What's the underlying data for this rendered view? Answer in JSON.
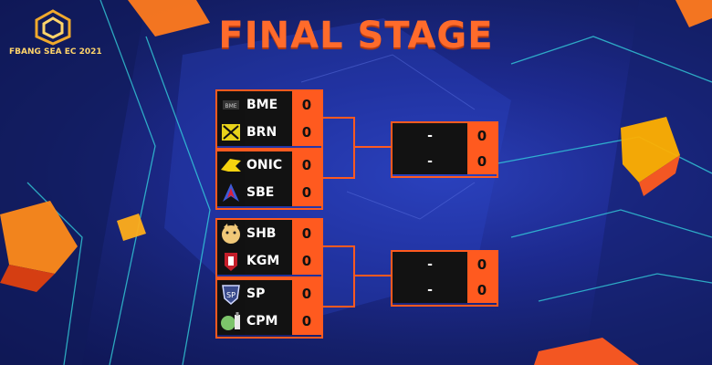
{
  "event": {
    "title": "FINAL STAGE",
    "logo_text": "FBANG SEA EC 2021"
  },
  "bracket": {
    "upper": [
      {
        "team": "BME",
        "score": "0",
        "icon": "bme-logo-icon"
      },
      {
        "team": "BRN",
        "score": "0",
        "icon": "brn-logo-icon"
      },
      {
        "team": "ONIC",
        "score": "0",
        "icon": "onic-logo-icon"
      },
      {
        "team": "SBE",
        "score": "0",
        "icon": "sbe-logo-icon"
      }
    ],
    "lower": [
      {
        "team": "SHB",
        "score": "0",
        "icon": "shb-logo-icon"
      },
      {
        "team": "KGM",
        "score": "0",
        "icon": "kgm-logo-icon"
      },
      {
        "team": "SP",
        "score": "0",
        "icon": "sp-logo-icon"
      },
      {
        "team": "CPM",
        "score": "0",
        "icon": "cpm-logo-icon"
      }
    ],
    "upper_next": [
      {
        "team": "-",
        "score": "0"
      },
      {
        "team": "-",
        "score": "0"
      }
    ],
    "lower_next": [
      {
        "team": "-",
        "score": "0"
      },
      {
        "team": "-",
        "score": "0"
      }
    ]
  },
  "colors": {
    "accent": "#ff5a1f",
    "title": "#ff6b2b",
    "background": "#1d2a8f"
  }
}
